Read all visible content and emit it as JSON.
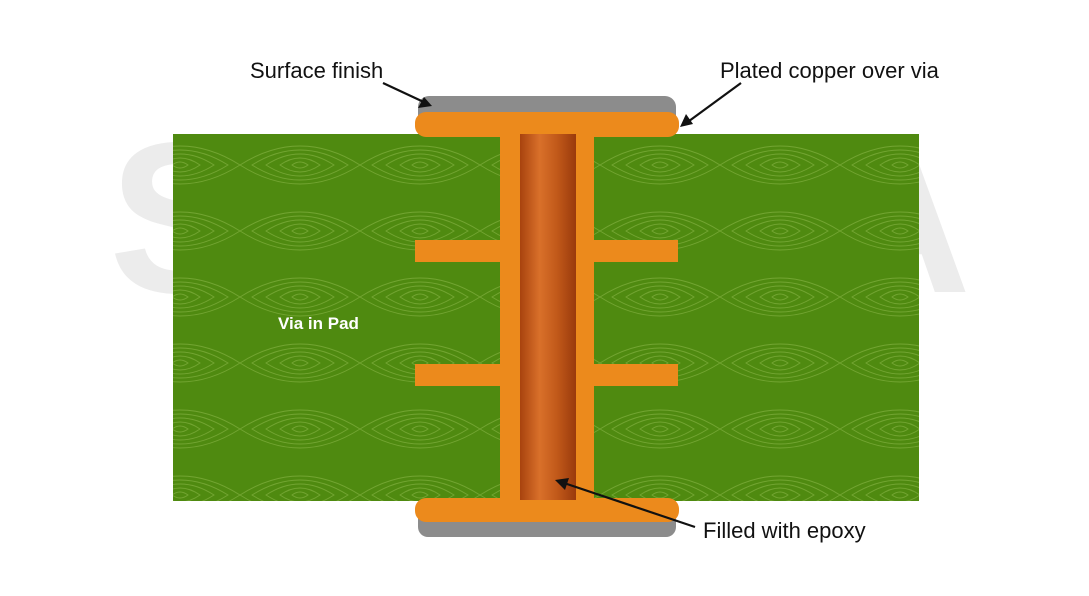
{
  "labels": {
    "surface_finish": "Surface finish",
    "plated_copper": "Plated copper over via",
    "filled_epoxy": "Filled with epoxy",
    "via_in_pad": "Via in Pad"
  },
  "watermark": "SIERRA",
  "colors": {
    "laminate": "#4f8a10",
    "laminate_dark": "#3f7a0a",
    "laminate_pattern": "#9ec45a",
    "copper": "#ec8a1c",
    "copper_dark": "#c96a12",
    "epoxy_dark": "#a8430e",
    "epoxy_light": "#d9702a",
    "surface_finish": "#8c8c8c",
    "watermark": "#ececec",
    "text": "#111111",
    "arrow": "#111111"
  }
}
